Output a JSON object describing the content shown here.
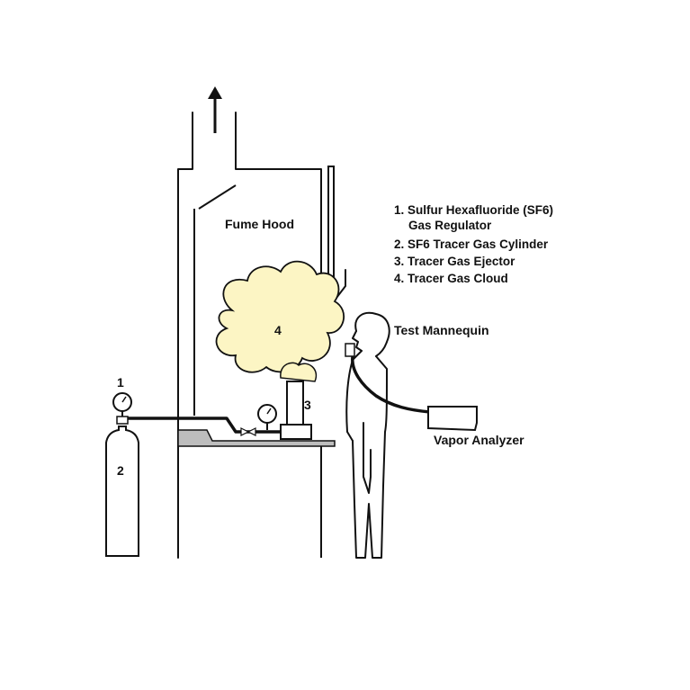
{
  "labels": {
    "fume_hood": "Fume Hood",
    "test_mannequin": "Test Mannequin",
    "vapor_analyzer": "Vapor Analyzer",
    "num_regulator": "1",
    "num_cylinder": "2",
    "num_ejector": "3",
    "num_cloud": "4"
  },
  "legend": {
    "items": [
      "1. Sulfur Hexafluoride (SF6)",
      "Gas Regulator",
      "2. SF6 Tracer Gas Cylinder",
      "3. Tracer Gas Ejector",
      "4. Tracer Gas Cloud"
    ]
  },
  "colors": {
    "cloud_fill": "#FCF5C4",
    "line": "#111111",
    "counter": "#bdbdbd",
    "background": "#ffffff"
  }
}
